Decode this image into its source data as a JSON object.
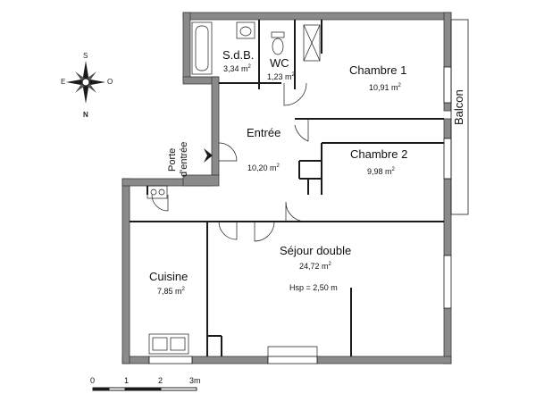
{
  "rooms": {
    "sdb": {
      "name": "S.d.B.",
      "area": "3,34 m",
      "unit_sup": "2"
    },
    "wc": {
      "name": "WC",
      "area": "1,23 m",
      "unit_sup": "2"
    },
    "chambre1": {
      "name": "Chambre 1",
      "area": "10,91 m",
      "unit_sup": "2"
    },
    "chambre2": {
      "name": "Chambre 2",
      "area": "9,98 m",
      "unit_sup": "2"
    },
    "entree": {
      "name": "Entrée",
      "area": "10,20 m",
      "unit_sup": "2"
    },
    "sejour": {
      "name": "Séjour double",
      "area": "24,72 m",
      "unit_sup": "2",
      "note": "Hsp = 2,50 m"
    },
    "cuisine": {
      "name": "Cuisine",
      "area": "7,85 m",
      "unit_sup": "2"
    }
  },
  "labels": {
    "balcon": "Balcon",
    "porte_line1": "Porte",
    "porte_line2": "d'entrée"
  },
  "compass": {
    "north": "N",
    "south": "S",
    "east": "E",
    "west": "O"
  },
  "scale": {
    "ticks": [
      "0",
      "1",
      "2",
      "3m"
    ]
  },
  "colors": {
    "wall": "#8a8a8a",
    "wall_edge": "#3a3a3a",
    "line": "#1a1a1a"
  }
}
